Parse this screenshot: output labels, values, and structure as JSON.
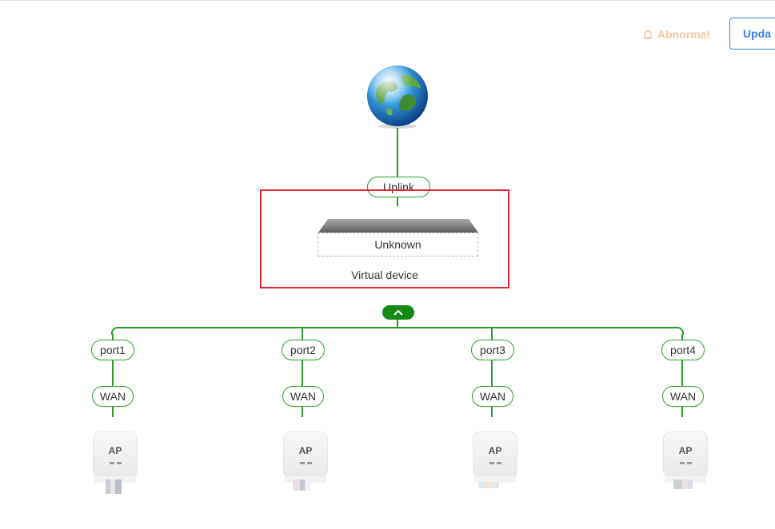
{
  "header": {
    "status_label": "Abnormal",
    "update_button_label": "Upda"
  },
  "topology": {
    "uplink_label": "Uplink",
    "device_model": "Unknown",
    "device_caption": "Virtual device",
    "ports": [
      {
        "port_label": "port1",
        "wan_label": "WAN",
        "device_text": "AP"
      },
      {
        "port_label": "port2",
        "wan_label": "WAN",
        "device_text": "AP"
      },
      {
        "port_label": "port3",
        "wan_label": "WAN",
        "device_text": "AP"
      },
      {
        "port_label": "port4",
        "wan_label": "WAN",
        "device_text": "AP"
      }
    ]
  },
  "colors": {
    "link": "#2e9b2e",
    "selection": "#e0262f",
    "accent": "#3d7ff0",
    "warning": "#f5c8a2"
  },
  "icons": {
    "status": "alarm-icon",
    "internet": "globe-icon",
    "collapse": "chevron-up-icon"
  }
}
